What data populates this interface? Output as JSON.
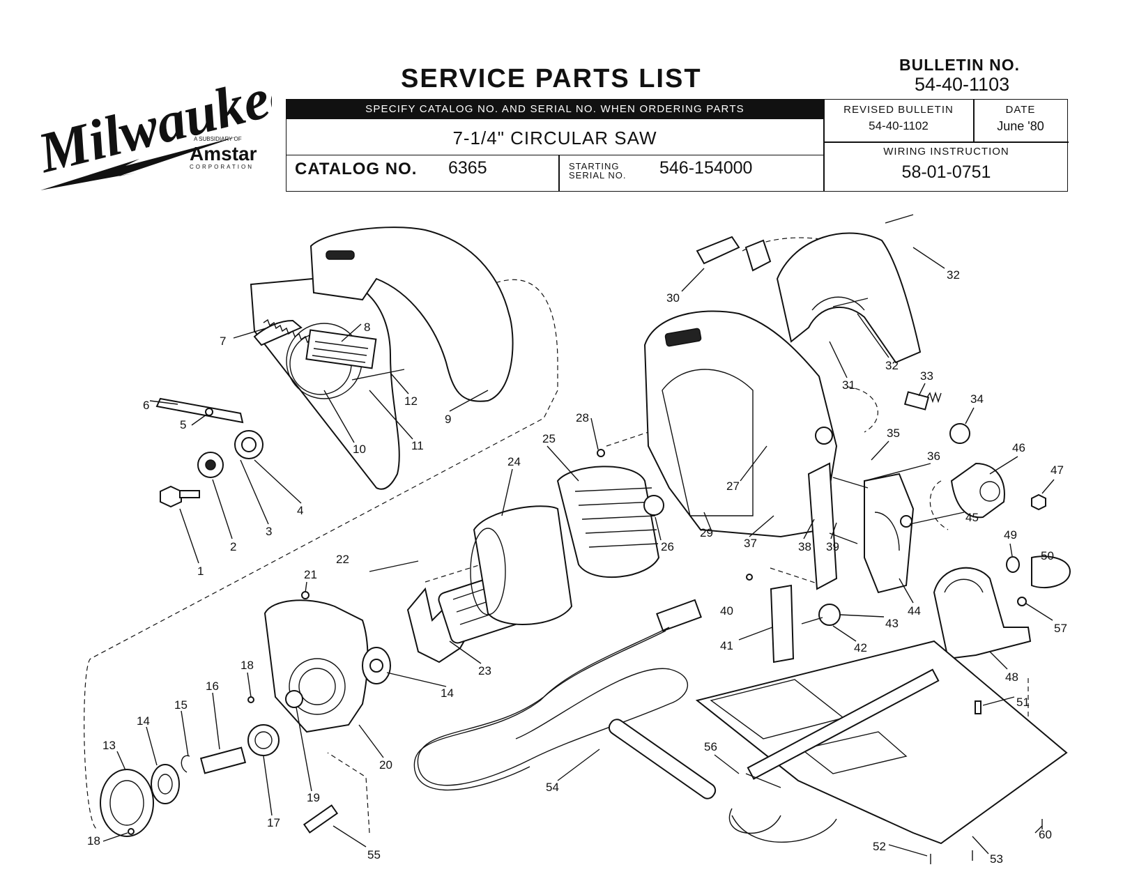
{
  "header": {
    "brand_logo": "Milwaukee",
    "subsidiary_note": "A SUBSIDIARY OF",
    "parent_logo": "Amstar",
    "parent_sub": "CORPORATION",
    "title": "SERVICE PARTS LIST",
    "bulletin_label": "BULLETIN NO.",
    "bulletin_no": "54-40-1103",
    "ordering_note": "SPECIFY CATALOG NO. AND SERIAL NO. WHEN ORDERING PARTS",
    "product_name": "7-1/4\" CIRCULAR SAW",
    "catalog_label": "CATALOG NO.",
    "catalog_no": "6365",
    "serial_label_1": "STARTING",
    "serial_label_2": "SERIAL NO.",
    "serial_no": "546-154000",
    "revised_label": "REVISED BULLETIN",
    "revised_no": "54-40-1102",
    "date_label": "DATE",
    "date_value": "June '80",
    "wiring_label": "WIRING INSTRUCTION",
    "wiring_no": "58-01-0751"
  },
  "callouts": [
    "1",
    "2",
    "3",
    "4",
    "5",
    "6",
    "7",
    "8",
    "9",
    "10",
    "11",
    "12",
    "13",
    "14",
    "14",
    "15",
    "16",
    "17",
    "18",
    "18",
    "19",
    "20",
    "21",
    "22",
    "23",
    "24",
    "25",
    "26",
    "27",
    "28",
    "29",
    "30",
    "31",
    "32",
    "32",
    "33",
    "34",
    "35",
    "36",
    "37",
    "38",
    "39",
    "40",
    "41",
    "42",
    "43",
    "44",
    "45",
    "46",
    "47",
    "48",
    "49",
    "50",
    "51",
    "52",
    "53",
    "54",
    "55",
    "56",
    "57",
    "60"
  ]
}
